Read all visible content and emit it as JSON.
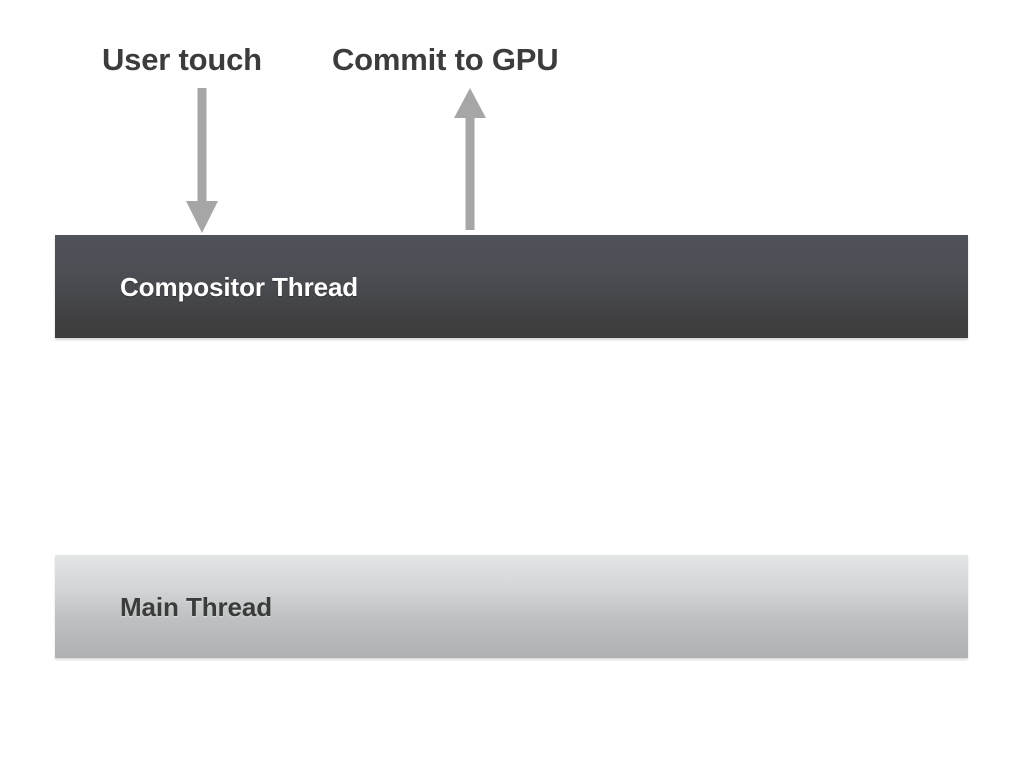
{
  "diagram": {
    "title_text_color": "#3c3c3c",
    "background": "#ffffff",
    "annotations": [
      {
        "id": "user-touch",
        "label": "User touch",
        "arrow_icon": "arrow-down-icon",
        "arrow_direction": "down",
        "arrow_color": "#a6a6a6",
        "points_to": "Compositor Thread"
      },
      {
        "id": "commit-to-gpu",
        "label": "Commit to GPU",
        "arrow_icon": "arrow-up-icon",
        "arrow_direction": "up",
        "arrow_color": "#a6a6a6",
        "points_from": "Compositor Thread"
      }
    ],
    "lanes": [
      {
        "id": "compositor-thread",
        "label": "Compositor Thread",
        "fill_top": "#50535a",
        "fill_bottom": "#3e3e3e",
        "text_color": "#ffffff"
      },
      {
        "id": "main-thread",
        "label": "Main Thread",
        "fill_top": "#e3e5e6",
        "fill_bottom": "#adb1b1",
        "text_color": "#3b3b3b"
      }
    ]
  }
}
